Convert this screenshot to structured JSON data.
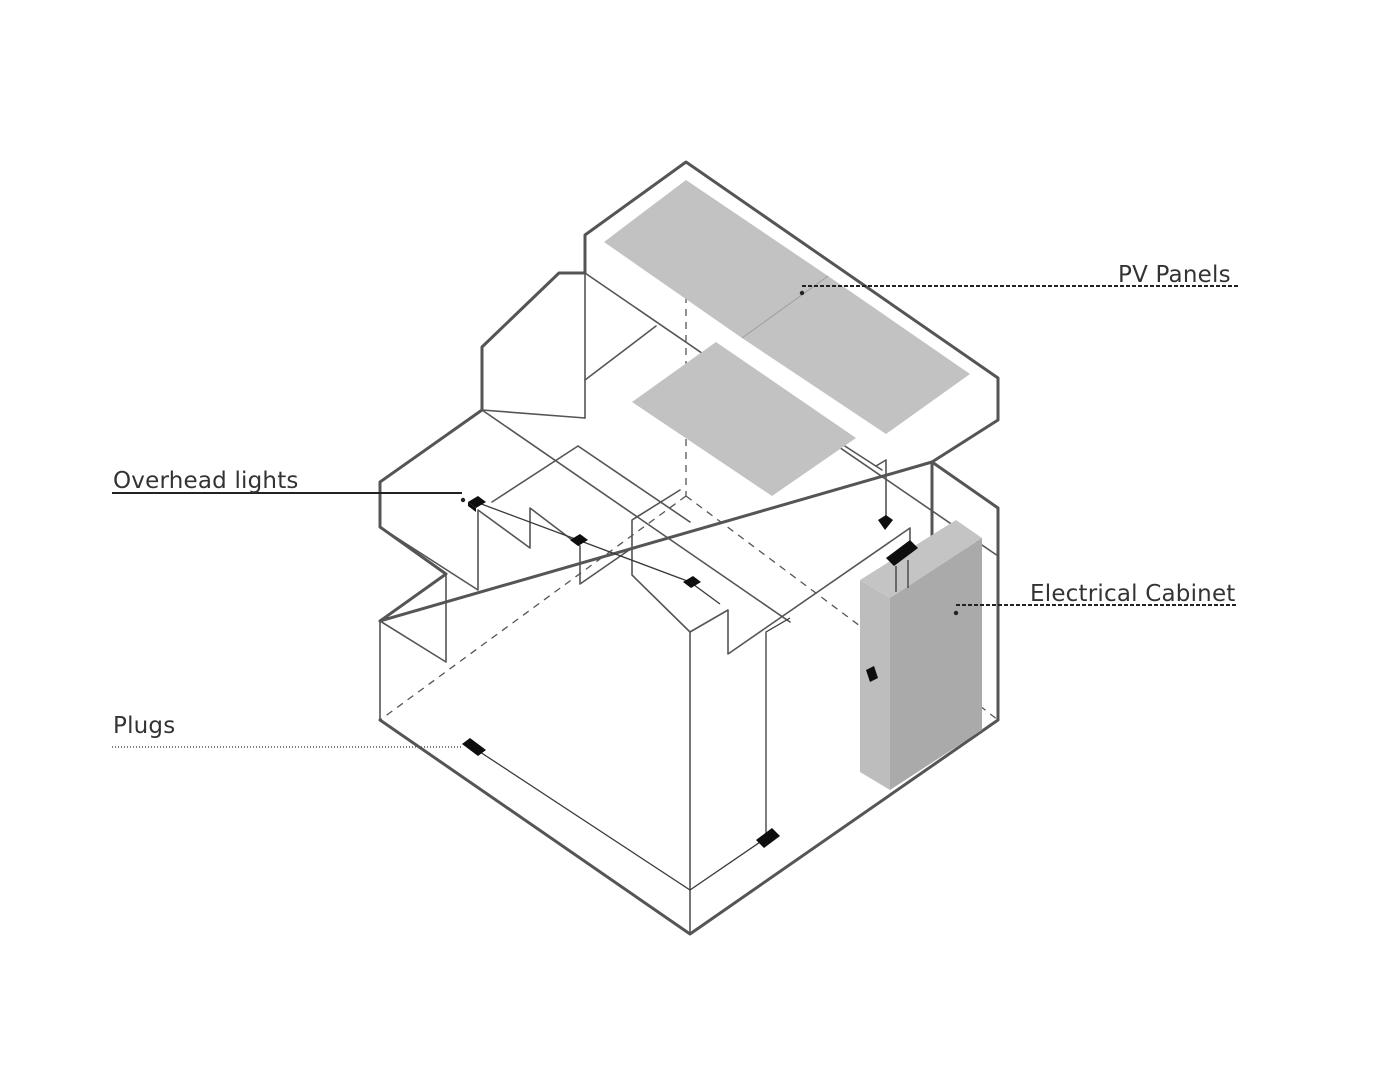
{
  "labels": {
    "pv_panels": "PV Panels",
    "overhead_lights": "Overhead lights",
    "electrical_cabinet": "Electrical Cabinet",
    "plugs": "Plugs"
  },
  "colors": {
    "outline": "#555555",
    "panel_fill": "#c2c2c2",
    "cabinet_front": "#aaaaaa",
    "cabinet_side": "#bdbdbd",
    "device": "#0e0e0e",
    "leader": "#222222"
  }
}
